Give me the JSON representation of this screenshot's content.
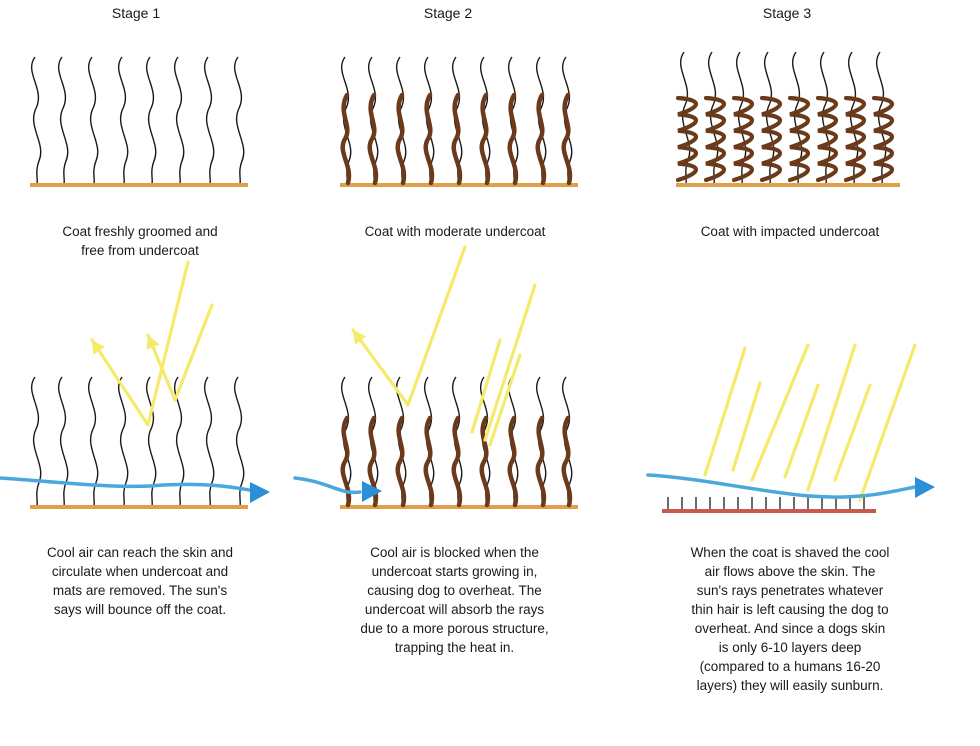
{
  "stages": [
    {
      "title": "Stage 1",
      "caption": "Coat freshly groomed and free from undercoat",
      "description": "Cool air can reach the skin and circulate when undercoat and mats are removed. The sun's says will bounce off the coat."
    },
    {
      "title": "Stage 2",
      "caption": "Coat with moderate undercoat",
      "description": "Cool air is blocked when the undercoat starts growing in, causing dog to overheat.  The undercoat will absorb the rays due to a more porous structure, trapping the heat in."
    },
    {
      "title": "Stage 3",
      "caption": "Coat with impacted undercoat",
      "description": "When the coat is shaved the cool air flows above the skin. The sun's rays penetrates whatever thin hair is left causing the dog to overheat. And since a dogs skin is only 6-10 layers deep (compared to a humans 16-20 layers) they will easily sunburn."
    }
  ],
  "colors": {
    "skin": "#e0a04a",
    "shaved_skin": "#c9584e",
    "guard_hair": "#1a1a1a",
    "undercoat": "#6b3a1a",
    "sun_ray": "#f5ea6a",
    "air_flow": "#4aa8dc",
    "arrow_head": "#2a8fd6"
  }
}
